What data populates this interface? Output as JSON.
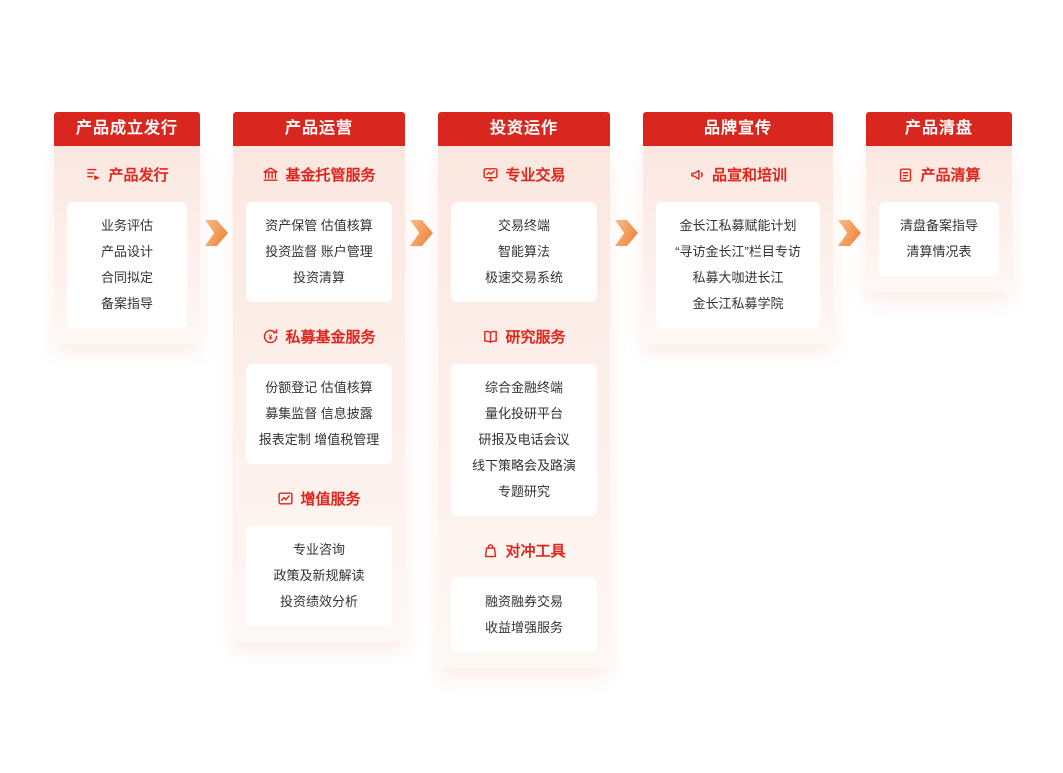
{
  "theme": {
    "header_red": "#D9271F",
    "accent_red": "#E0251C",
    "arrow_orange": "#EE7E2F",
    "column_bg_top": "#FBE7E0",
    "column_bg_bottom": "#FEF8F5",
    "card_bg": "#FFFFFF",
    "text_dark": "#333333",
    "flow_arrow_icon": "arrow-right-icon"
  },
  "flow": {
    "columns": [
      {
        "header": "产品成立发行",
        "sections": [
          {
            "title": "产品发行",
            "icon": "product-issue-icon",
            "items": [
              "业务评估",
              "产品设计",
              "合同拟定",
              "备案指导"
            ]
          }
        ]
      },
      {
        "header": "产品运营",
        "sections": [
          {
            "title": "基金托管服务",
            "icon": "custody-bank-icon",
            "items": [
              "资产保管 估值核算",
              "投资监督 账户管理",
              "投资清算"
            ]
          },
          {
            "title": "私募基金服务",
            "icon": "private-fund-cycle-icon",
            "items": [
              "份额登记 估值核算",
              "募集监督 信息披露",
              "报表定制 增值税管理"
            ]
          },
          {
            "title": "增值服务",
            "icon": "value-added-chart-icon",
            "items": [
              "专业咨询",
              "政策及新规解读",
              "投资绩效分析"
            ]
          }
        ]
      },
      {
        "header": "投资运作",
        "sections": [
          {
            "title": "专业交易",
            "icon": "trading-terminal-icon",
            "items": [
              "交易终端",
              "智能算法",
              "极速交易系统"
            ]
          },
          {
            "title": "研究服务",
            "icon": "research-book-icon",
            "items": [
              "综合金融终端",
              "量化投研平台",
              "研报及电话会议",
              "线下策略会及路演",
              "专题研究"
            ]
          },
          {
            "title": "对冲工具",
            "icon": "hedge-tools-icon",
            "items": [
              "融资融券交易",
              "收益增强服务"
            ]
          }
        ]
      },
      {
        "header": "品牌宣传",
        "sections": [
          {
            "title": "品宣和培训",
            "icon": "branding-megaphone-icon",
            "items": [
              "金长江私募赋能计划",
              "“寻访金长江”栏目专访",
              "私募大咖进长江",
              "金长江私募学院"
            ]
          }
        ]
      },
      {
        "header": "产品清盘",
        "sections": [
          {
            "title": "产品清算",
            "icon": "liquidation-report-icon",
            "items": [
              "清盘备案指导",
              "清算情况表"
            ]
          }
        ]
      }
    ]
  }
}
